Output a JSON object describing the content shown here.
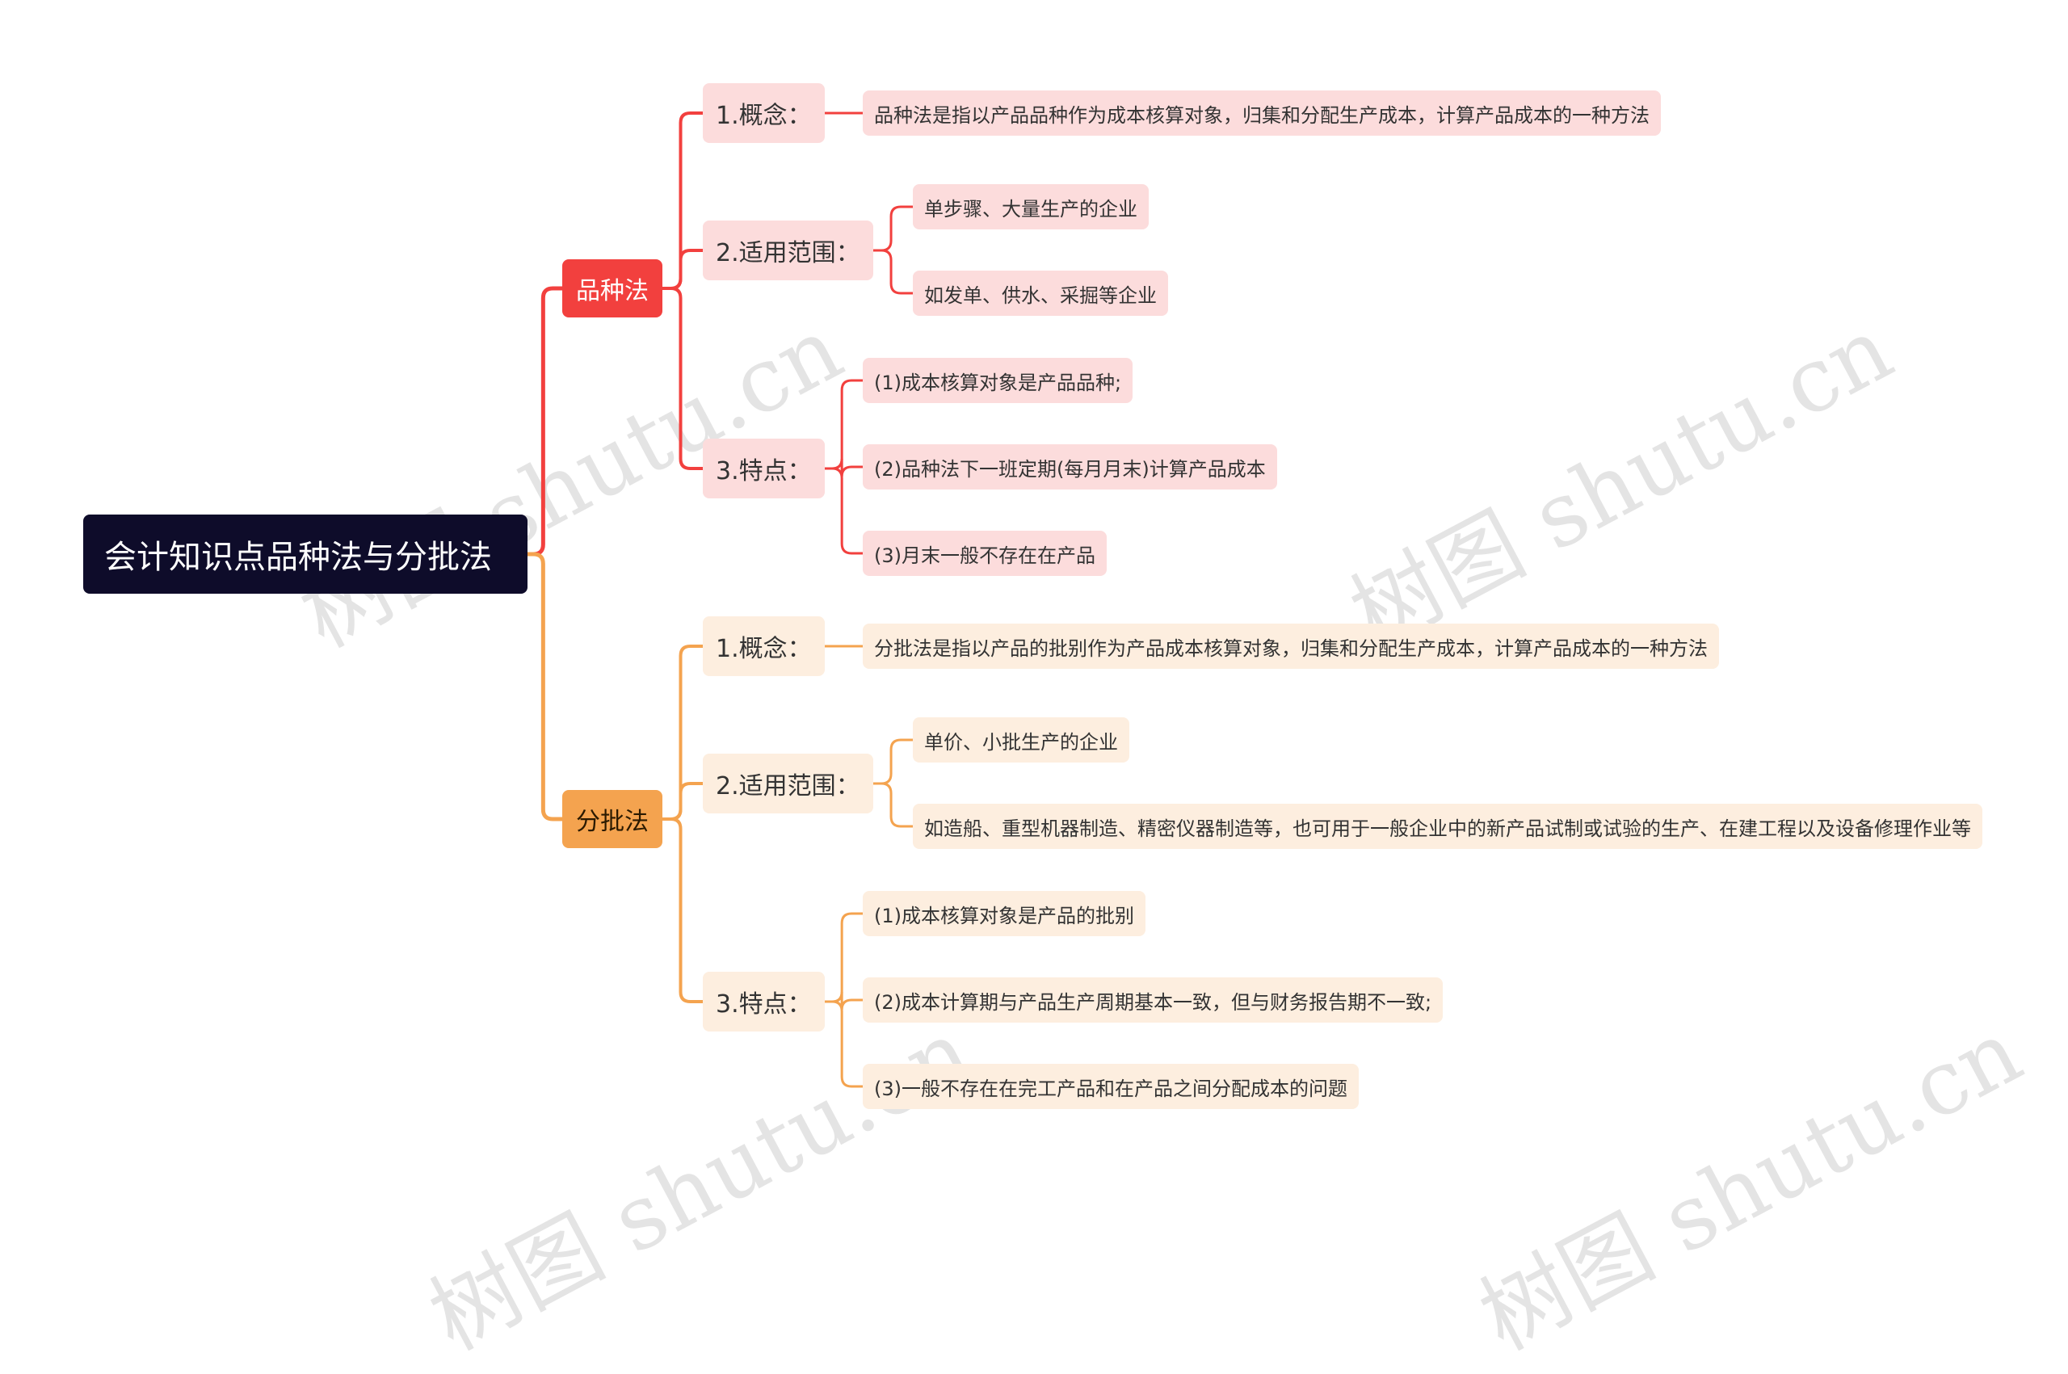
{
  "root": {
    "title": "会计知识点品种法与分批法"
  },
  "branches": [
    {
      "label": "品种法",
      "color": "#f2403e",
      "sub_fill": "#fcdcdc",
      "subs": [
        {
          "label": "1.概念：",
          "leaves": [
            "品种法是指以产品品种作为成本核算对象，归集和分配生产成本，计算产品成本的一种方法"
          ]
        },
        {
          "label": "2.适用范围：",
          "leaves": [
            "单步骤、大量生产的企业",
            "如发单、供水、采掘等企业"
          ]
        },
        {
          "label": "3.特点：",
          "leaves": [
            "(1)成本核算对象是产品品种;",
            "(2)品种法下一班定期(每月月末)计算产品成本",
            "(3)月末一般不存在在产品"
          ]
        }
      ]
    },
    {
      "label": "分批法",
      "color": "#f4a34f",
      "sub_fill": "#fdeedf",
      "subs": [
        {
          "label": "1.概念：",
          "leaves": [
            "分批法是指以产品的批别作为产品成本核算对象，归集和分配生产成本，计算产品成本的一种方法"
          ]
        },
        {
          "label": "2.适用范围：",
          "leaves": [
            "单价、小批生产的企业",
            "如造船、重型机器制造、精密仪器制造等，也可用于一般企业中的新产品试制或试验的生产、在建工程以及设备修理作业等"
          ]
        },
        {
          "label": "3.特点：",
          "leaves": [
            "(1)成本核算对象是产品的批别",
            "(2)成本计算期与产品生产周期基本一致，但与财务报告期不一致;",
            "(3)一般不存在在完工产品和在产品之间分配成本的问题"
          ]
        }
      ]
    }
  ],
  "watermark": {
    "text": "树图 shutu.cn"
  }
}
